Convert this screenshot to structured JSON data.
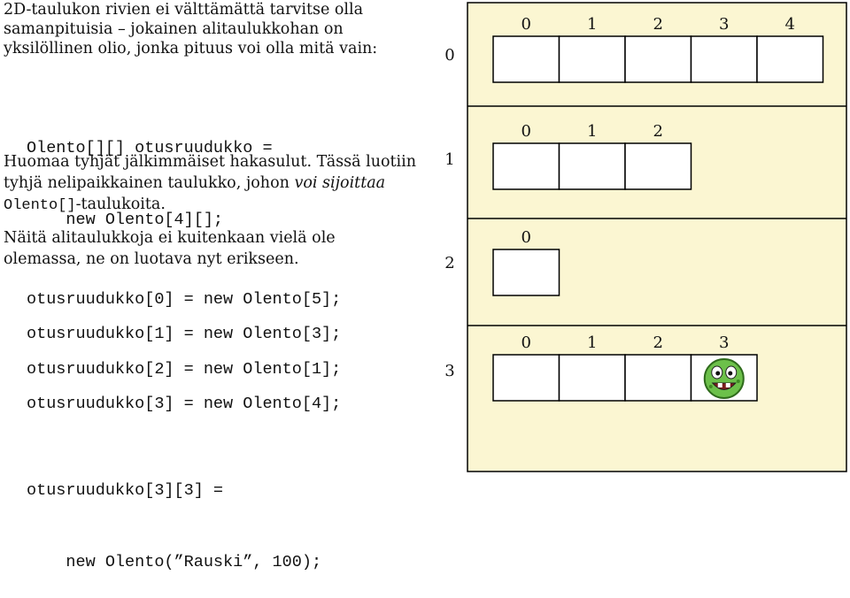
{
  "text": {
    "intro": "2D-taulukon rivien ei välttämättä tarvitse olla samanpituisia – jokainen alitaulukkohan on yksilöllinen olio, jonka pituus voi olla mitä vain:",
    "decl_line1": "Olento[][] otusruudukko =",
    "decl_line2": "    new Olento[4][];",
    "note1_a": "Huomaa tyhjät jälkimmäiset hakasulut. Tässä luotiin tyhjä nelipaikkainen taulukko, johon ",
    "note1_italic": "voi sijoittaa",
    "note1_code": "Olento[]",
    "note1_b": "-taulukoita.",
    "note2": "Näitä alitaulukkoja ei kuitenkaan vielä ole olemassa, ne on luotava nyt erikseen.",
    "stmt1": "otusruudukko[0] = new Olento[5];",
    "stmt2": "otusruudukko[1] = new Olento[3];",
    "stmt3": "otusruudukko[2] = new Olento[1];",
    "stmt4": "otusruudukko[3] = new Olento[4];",
    "stmt5_line1": "otusruudukko[3][3] =",
    "stmt5_line2": "    new Olento(”Rauski”, 100);"
  },
  "diagram": {
    "background": "#fbf6d2",
    "rows": [
      {
        "label": "0",
        "length": 5,
        "indices": [
          "0",
          "1",
          "2",
          "3",
          "4"
        ]
      },
      {
        "label": "1",
        "length": 3,
        "indices": [
          "0",
          "1",
          "2"
        ]
      },
      {
        "label": "2",
        "length": 1,
        "indices": [
          "0"
        ]
      },
      {
        "label": "3",
        "length": 4,
        "indices": [
          "0",
          "1",
          "2",
          "3"
        ],
        "occupied_cell": 3
      }
    ],
    "creature": {
      "icon": "green-monster-icon",
      "body_color": "#6cc04a",
      "outline_color": "#2f6b1c"
    }
  }
}
